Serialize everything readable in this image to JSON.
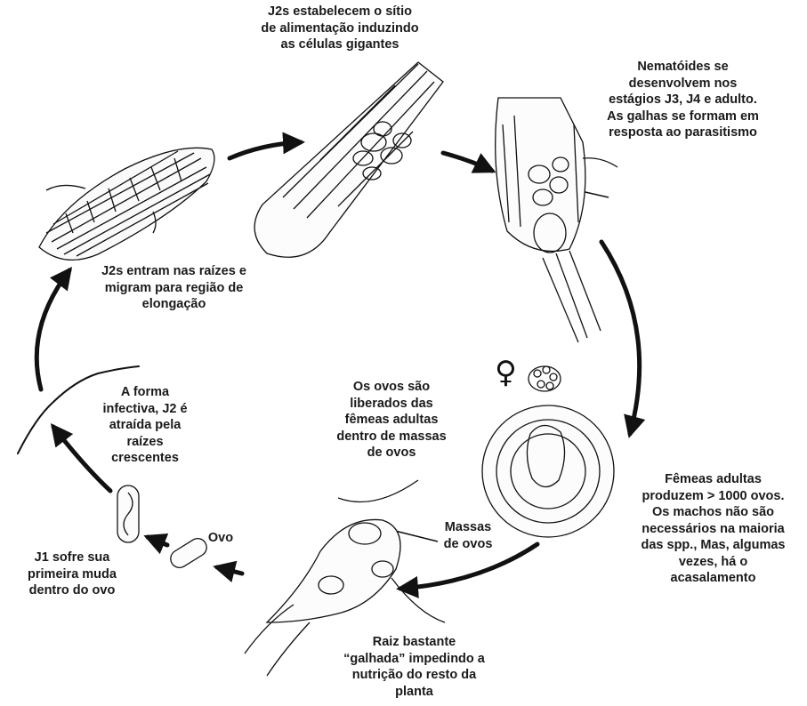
{
  "labels": {
    "feeding_site": [
      "J2s estabelecem o sítio",
      "de alimentação induzindo",
      "as células gigantes"
    ],
    "development": [
      "Nematóides se",
      "desenvolvem nos",
      "estágios J3, J4 e adulto.",
      "As galhas se formam em",
      "resposta ao parasitismo"
    ],
    "root_entry": [
      "J2s entram nas raízes e",
      "migram para região de",
      "elongação"
    ],
    "eggs_released": [
      "Os ovos são",
      "liberados das",
      "fêmeas adultas",
      "dentro de massas",
      "de ovos"
    ],
    "infective_form": [
      "A forma",
      "infectiva, J2 é",
      "atraída pela",
      "raízes",
      "crescentes"
    ],
    "adult_females": [
      "Fêmeas adultas",
      "produzem  > 1000 ovos.",
      "Os machos não são",
      "necessários na maioria",
      "das spp., Mas, algumas",
      "vezes, há o",
      "acasalamento"
    ],
    "egg_masses": [
      "Massas",
      "de ovos"
    ],
    "egg": [
      "Ovo"
    ],
    "first_molt": [
      "J1 sofre sua",
      "primeira muda",
      "dentro do ovo"
    ],
    "galled_root": [
      "Raiz bastante",
      "“galhada” impedindo a",
      "nutrição do resto da",
      "planta"
    ]
  },
  "symbols": {
    "female_symbol": "♀"
  },
  "colors": {
    "ink": "#1a1a1a",
    "background": "#ffffff"
  }
}
